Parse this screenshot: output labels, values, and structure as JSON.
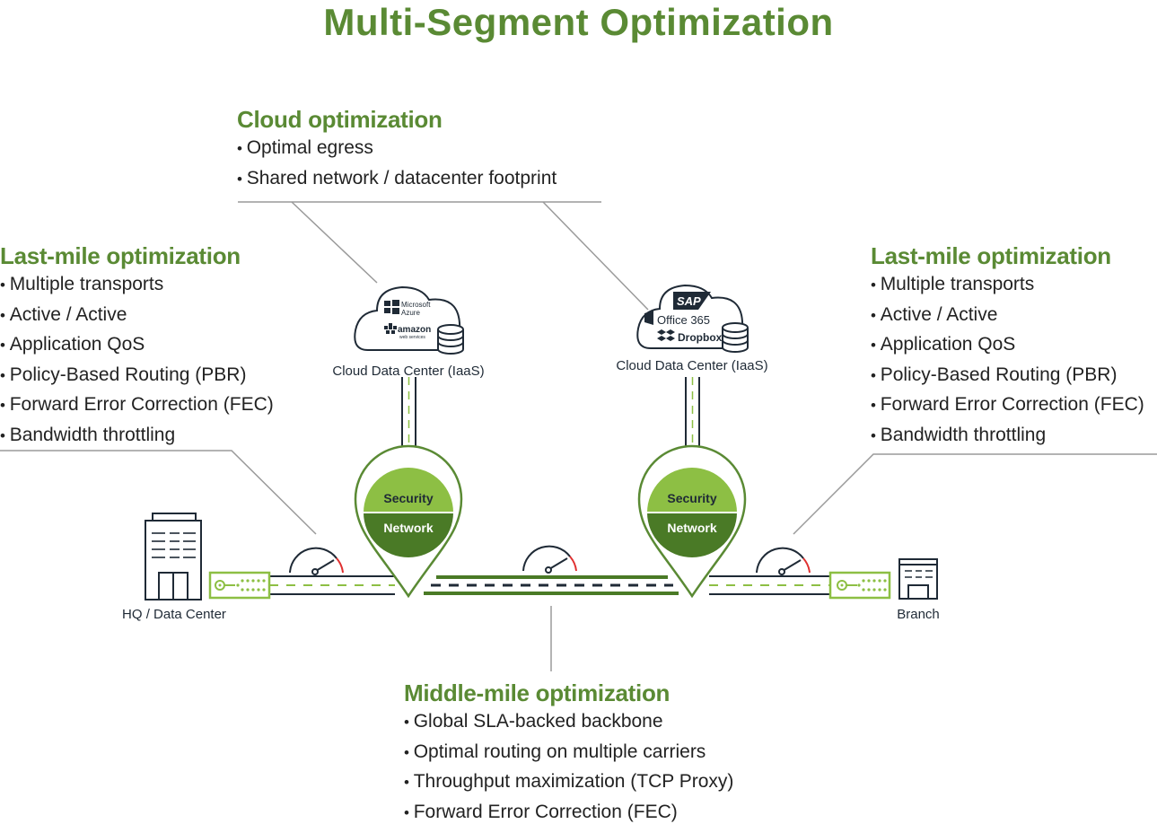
{
  "title": "Multi-Segment Optimization",
  "cloud_optimization": {
    "heading": "Cloud optimization",
    "items": [
      "Optimal egress",
      "Shared network / datacenter footprint"
    ]
  },
  "last_mile_left": {
    "heading": "Last-mile optimization",
    "items": [
      "Multiple transports",
      "Active / Active",
      "Application QoS",
      "Policy-Based Routing (PBR)",
      "Forward Error Correction (FEC)",
      "Bandwidth throttling"
    ]
  },
  "last_mile_right": {
    "heading": "Last-mile optimization",
    "items": [
      "Multiple transports",
      "Active / Active",
      "Application QoS",
      "Policy-Based Routing (PBR)",
      "Forward Error Correction (FEC)",
      "Bandwidth throttling"
    ]
  },
  "middle_mile": {
    "heading": "Middle-mile optimization",
    "items": [
      "Global SLA-backed backbone",
      "Optimal routing on multiple carriers",
      "Throughput maximization (TCP Proxy)",
      "Forward Error Correction (FEC)"
    ]
  },
  "clouds": {
    "left": {
      "label": "Cloud Data Center (IaaS)",
      "logos": [
        "Microsoft",
        "Azure",
        "amazon",
        "web services"
      ]
    },
    "right": {
      "label": "Cloud Data Center (IaaS)",
      "logos": [
        "SAP",
        "Office 365",
        "Dropbox"
      ]
    }
  },
  "pops": {
    "left": {
      "top_label": "Security",
      "bottom_label": "Network"
    },
    "right": {
      "top_label": "Security",
      "bottom_label": "Network"
    }
  },
  "sites": {
    "hq": "HQ / Data Center",
    "branch": "Branch"
  },
  "colors": {
    "brand_green": "#5a8a34",
    "light_green": "#8dbf44",
    "dark_green": "#4a7a26",
    "line_gray": "#9a9a9a",
    "dark": "#1f2a36",
    "gauge_red": "#e03030"
  }
}
